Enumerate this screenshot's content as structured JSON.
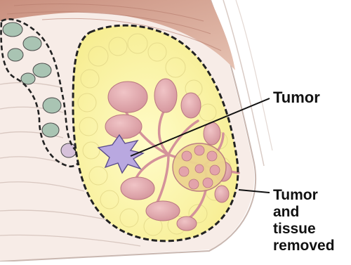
{
  "figure": {
    "labels": {
      "tumor": "Tumor",
      "removed": [
        "Tumor",
        "and",
        "tissue",
        "removed"
      ]
    }
  }
}
